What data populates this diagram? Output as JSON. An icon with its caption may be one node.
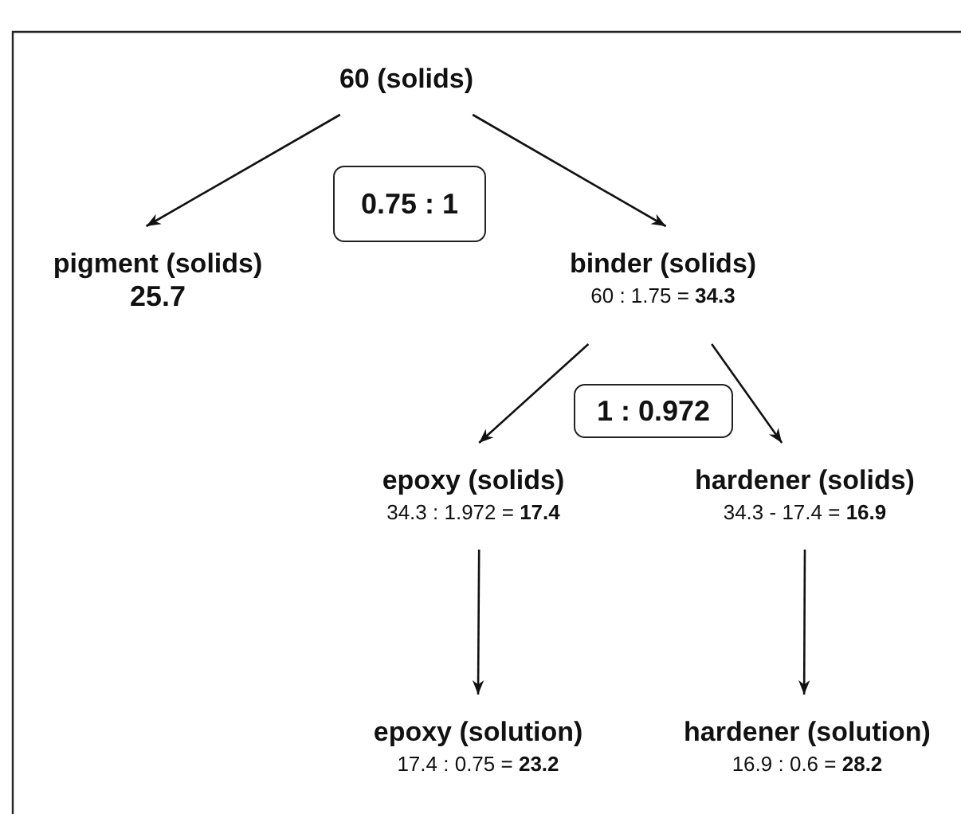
{
  "diagram": {
    "nodes": [
      {
        "text": [
          "60 (solids)"
        ]
      },
      {
        "text": [
          "0.75 : 1"
        ]
      },
      {
        "text": [
          "pigment (solids)",
          "25.7"
        ]
      },
      {
        "text": [
          "binder (solids)",
          "60 : 1.75 = **34.3**"
        ]
      },
      {
        "text": [
          "1 : 0.972"
        ]
      },
      {
        "text": [
          "epoxy (solids)",
          "34.3 : 1.972 = **17.4**"
        ]
      },
      {
        "text": [
          "hardener (solids)",
          "34.3 - 17.4 = **16.9**"
        ]
      },
      {
        "text": [
          "epoxy (solution)",
          "17.4 : 0.75 = **23.2**"
        ]
      },
      {
        "text": [
          "hardener (solution)",
          "16.9 : 0.6 = **28.2**"
        ]
      }
    ],
    "edges": [
      {
        "from": 0,
        "to": 2,
        "arrow": "to"
      },
      {
        "from": 0,
        "to": 3,
        "arrow": "to"
      },
      {
        "from": 3,
        "to": 5,
        "arrow": "to"
      },
      {
        "from": 3,
        "to": 6,
        "arrow": "to"
      },
      {
        "from": 5,
        "to": 7,
        "arrow": "to"
      },
      {
        "from": 6,
        "to": 8,
        "arrow": "to"
      }
    ]
  }
}
